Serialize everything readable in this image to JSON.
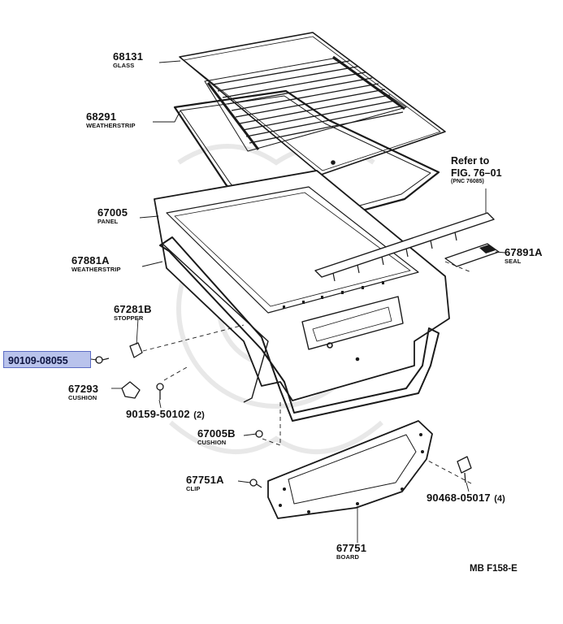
{
  "parts": [
    {
      "id": "glass",
      "number": "68131",
      "name": "GLASS"
    },
    {
      "id": "weatherstrip-glass",
      "number": "68291",
      "name": "WEATHERSTRIP"
    },
    {
      "id": "panel",
      "number": "67005",
      "name": "PANEL"
    },
    {
      "id": "weatherstrip-door",
      "number": "67881A",
      "name": "WEATHERSTRIP"
    },
    {
      "id": "stopper",
      "number": "67281B",
      "name": "STOPPER"
    },
    {
      "id": "cushion-1",
      "number": "67293",
      "name": "CUSHION"
    },
    {
      "id": "bolt",
      "number": "90159-50102",
      "qty": "(2)"
    },
    {
      "id": "cushion-2",
      "number": "67005B",
      "name": "CUSHION"
    },
    {
      "id": "clip",
      "number": "67751A",
      "name": "CLIP"
    },
    {
      "id": "board",
      "number": "67751",
      "name": "BOARD"
    },
    {
      "id": "clip-nut",
      "number": "90468-05017",
      "qty": "(4)"
    },
    {
      "id": "seal",
      "number": "67891A",
      "name": "SEAL"
    }
  ],
  "highlighted_part": "90109-08055",
  "reference": {
    "line1": "Refer to",
    "line2": "FIG. 76–01",
    "line3": "(PNC 76085)"
  },
  "figure_code": "MB F158-E",
  "colors": {
    "line": "#1a1a1a",
    "highlight_fill": "#b9c3ec",
    "highlight_border": "#5c6cc4",
    "watermark": "#e6e6e6"
  }
}
